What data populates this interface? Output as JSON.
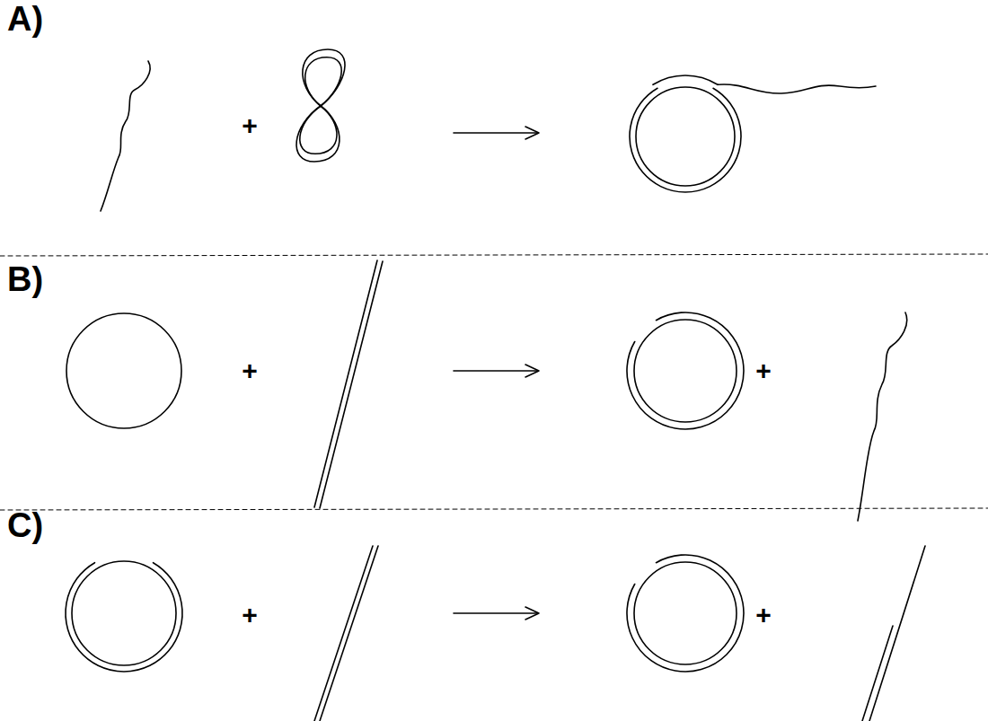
{
  "diagram": {
    "labels": [
      "A)",
      "+",
      "B)",
      "+",
      "+",
      "C)",
      "+",
      "+"
    ]
  }
}
